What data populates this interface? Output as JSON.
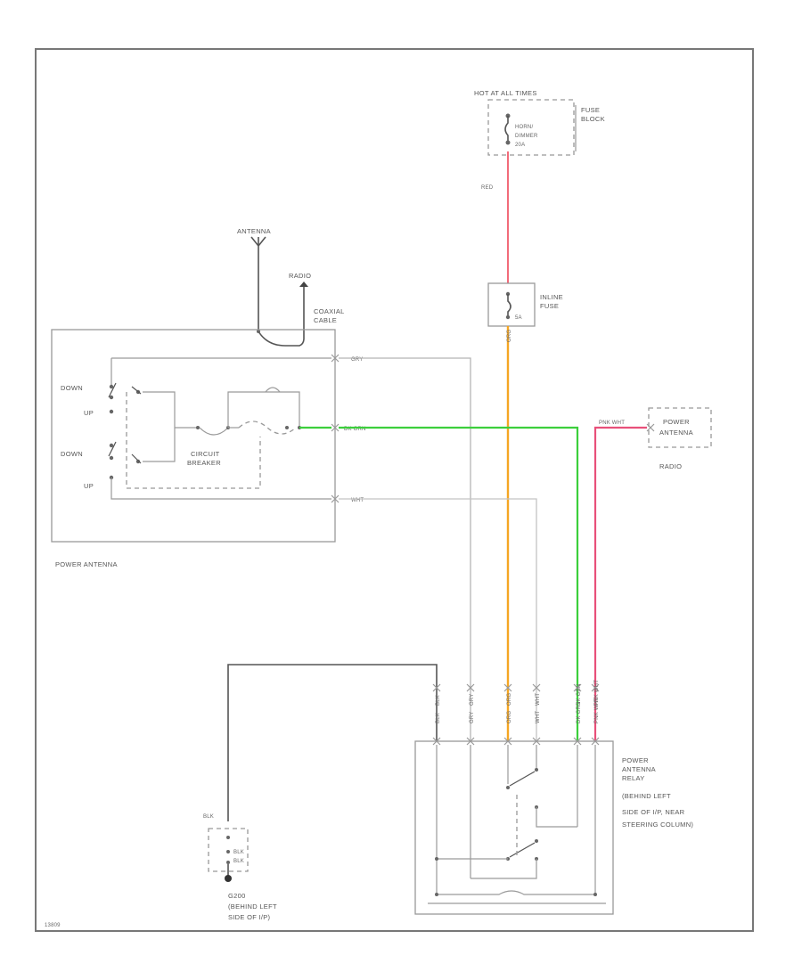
{
  "labels": {
    "hot_at_all_times": "HOT AT ALL TIMES",
    "fuse_block": [
      "FUSE",
      "BLOCK"
    ],
    "fuse_id": [
      "HORN/",
      "DIMMER",
      "20A"
    ],
    "wire_red_top": "RED",
    "inline_fuse": [
      "INLINE",
      "FUSE"
    ],
    "inline_fuse_rating": "5A",
    "antenna": "ANTENNA",
    "radio_top": "RADIO",
    "coaxial_cable": [
      "COAXIAL",
      "CABLE"
    ],
    "wire_gry_box": "GRY",
    "wire_dkgrn_box": "DK GRN",
    "wire_wht_box": "WHT",
    "down_1": "DOWN",
    "up_1": "UP",
    "down_2": "DOWN",
    "up_2": "UP",
    "circuit_breaker": [
      "CIRCUIT",
      "BREAKER"
    ],
    "power_antenna": "POWER ANTENNA",
    "pnk_wht": "PNK WHT",
    "power_antenna_radio": [
      "POWER",
      "ANTENNA"
    ],
    "radio_right": "RADIO",
    "relay": [
      "POWER",
      "ANTENNA",
      "RELAY",
      "(BEHIND LEFT",
      "SIDE OF I/P, NEAR",
      "STEERING COLUMN)"
    ],
    "blk": "BLK",
    "ground": [
      "G200",
      "(BEHIND LEFT",
      "SIDE OF I/P)"
    ],
    "splice_1": "BLK",
    "splice_2": "BLK",
    "corner_code": "13809"
  },
  "wires": [
    {
      "name": "blk",
      "color": "#555555",
      "label": "BLK"
    },
    {
      "name": "gry",
      "color": "#aaaaaa",
      "label": "GRY"
    },
    {
      "name": "org",
      "color": "#f5a623",
      "label": "ORG"
    },
    {
      "name": "wht",
      "color": "#bbbbbb",
      "label": "WHT"
    },
    {
      "name": "dk-grn",
      "color": "#3ccf3c",
      "label": "DK GRN"
    },
    {
      "name": "pnk-wht",
      "color": "#e8507a",
      "label": "PNK WHT"
    }
  ]
}
